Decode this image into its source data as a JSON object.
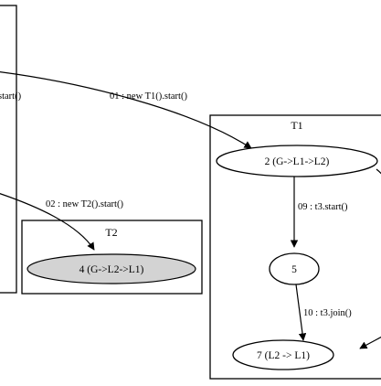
{
  "clusters": {
    "t1": {
      "title": "T1"
    },
    "t2": {
      "title": "T2"
    }
  },
  "nodes": {
    "n2": {
      "label": "2  (G->L1->L2)"
    },
    "n4": {
      "label": "4  (G->L2->L1)",
      "fill": "#d3d3d3"
    },
    "n5": {
      "label": "5"
    },
    "n7": {
      "label": "7  (L2 -> L1)"
    }
  },
  "edges": {
    "e01": {
      "label": "01 : new T1().start()"
    },
    "e02": {
      "label": "02 : new T2().start()"
    },
    "e09": {
      "label": "09 : t3.start()"
    },
    "e10": {
      "label": "10 : t3.join()"
    },
    "left_partial": {
      "label": "start()"
    }
  }
}
